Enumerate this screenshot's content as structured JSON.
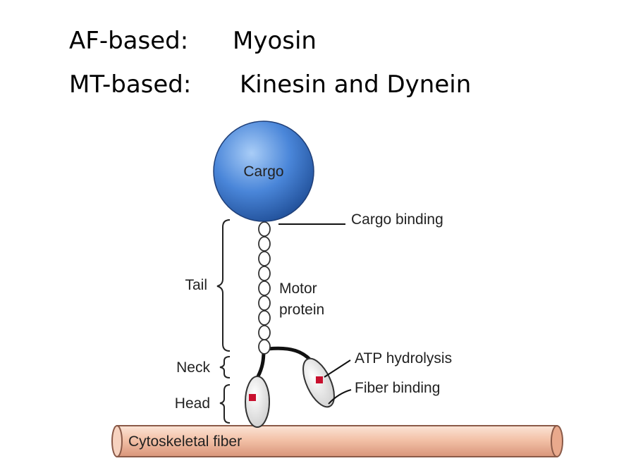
{
  "header": {
    "row1": {
      "label": "AF-based:",
      "value": "Myosin"
    },
    "row2": {
      "label": "MT-based:",
      "value": "Kinesin and Dynein"
    }
  },
  "diagram": {
    "cargo": "Cargo",
    "cargo_binding": "Cargo binding",
    "tail": "Tail",
    "motor_protein_line1": "Motor",
    "motor_protein_line2": "protein",
    "neck": "Neck",
    "head": "Head",
    "atp_hydrolysis": "ATP hydrolysis",
    "fiber_binding": "Fiber binding",
    "cytoskeletal_fiber": "Cytoskeletal fiber"
  },
  "colors": {
    "cargo_fill": "#4a86d9",
    "fiber_fill": "#f3c2a8",
    "head_fill": "#e2e2e2",
    "site_marker": "#c8102e"
  }
}
